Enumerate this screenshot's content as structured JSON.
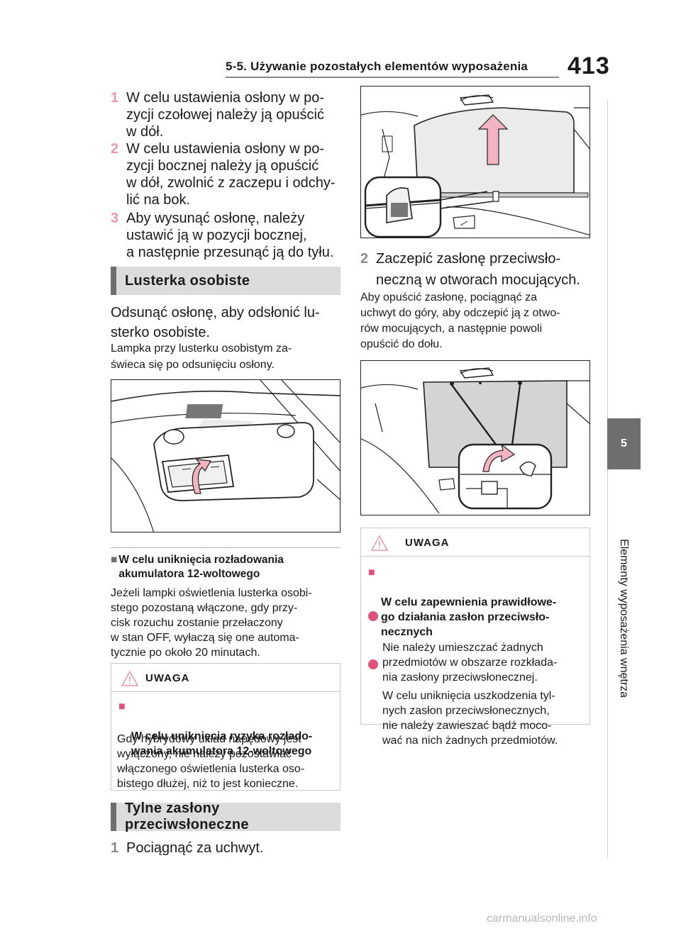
{
  "header": {
    "title": "5-5. Używanie pozostałych elementów wyposażenia",
    "page_number": "413"
  },
  "side_tab": {
    "number": "5",
    "label": "Elementy wyposażenia wnętrza"
  },
  "left": {
    "steps": [
      {
        "num": "1",
        "text": "W celu ustawienia osłony w po-\nzycji czołowej należy ją opuścić\nw dół."
      },
      {
        "num": "2",
        "text": "W celu ustawienia osłony w po-\nzycji bocznej należy ją opuścić\nw dół, zwolnić z zaczepu i odchy-\nlić na bok."
      },
      {
        "num": "3",
        "text": "Aby wysunąć osłonę, należy\nustawić ją w pozycji bocznej,\na następnie przesunąć ją do tyłu."
      }
    ],
    "section1": "Lusterka osobiste",
    "mirror_main": "Odsunąć osłonę, aby odsłonić lu-\nsterko osobiste.",
    "mirror_sub": "Lampka przy lusterku osobistym za-\nświeca się po odsunięciu osłony.",
    "note_title": "W celu uniknięcia rozładowania\nakumulatora 12-woltowego",
    "note_text": "Jeżeli lampki oświetlenia lusterka osobi-\nstego pozostaną włączone, gdy przy-\ncisk rozuchu zostanie przełaczony\nw stan OFF, wyłaczą się one automa-\ntycznie po około 20 minutach.",
    "warn": {
      "label": "UWAGA",
      "head": "W celu uniknięcia ryzyka rozłado-\nwania akumulatora 12-woltowego",
      "text": "Gdy hybrydowy układ napędowy jest\nwyłączony, nie należy pozostawiać\nwłączonego oświetlenia lusterka oso-\nbistego dłużej, niż to jest konieczne."
    },
    "section2": "Tylne zasłony przeciwsłoneczne",
    "step_pull": {
      "num": "1",
      "text": "Pociągnąć za uchwyt."
    }
  },
  "right": {
    "step2": {
      "num": "2",
      "text": "Zaczepić zasłonę przeciwsło-\nneczną w otworach mocujących."
    },
    "step2_sub": "Aby opuścić zasłonę, pociągnąć za\nuchwyt do góry, aby odczepić ją z otwo-\nrów mocujących, a następnie powoli\nopuścić do dołu.",
    "warn": {
      "label": "UWAGA",
      "head": "W celu zapewnienia prawidłowe-\ngo działania zasłon przeciwsło-\nnecznych",
      "bullets": [
        "Nie należy umieszczać żadnych\nprzedmiotów w obszarze rozkłada-\nnia zasłony przeciwsłonecznej.",
        "W celu uniknięcia uszkodzenia tyl-\nnych zasłon przeciwsłonecznych,\nnie należy zawieszać bądź moco-\nwać na nich żadnych przedmiotów."
      ]
    }
  },
  "watermark": "carmanualsonline.info",
  "colors": {
    "step_number": "#e899ad",
    "arrow_pink": "#f2b3c2",
    "bullet_pink": "#e0507c",
    "section_bg": "#dcdcdc",
    "section_bar": "#6e6e6e"
  }
}
